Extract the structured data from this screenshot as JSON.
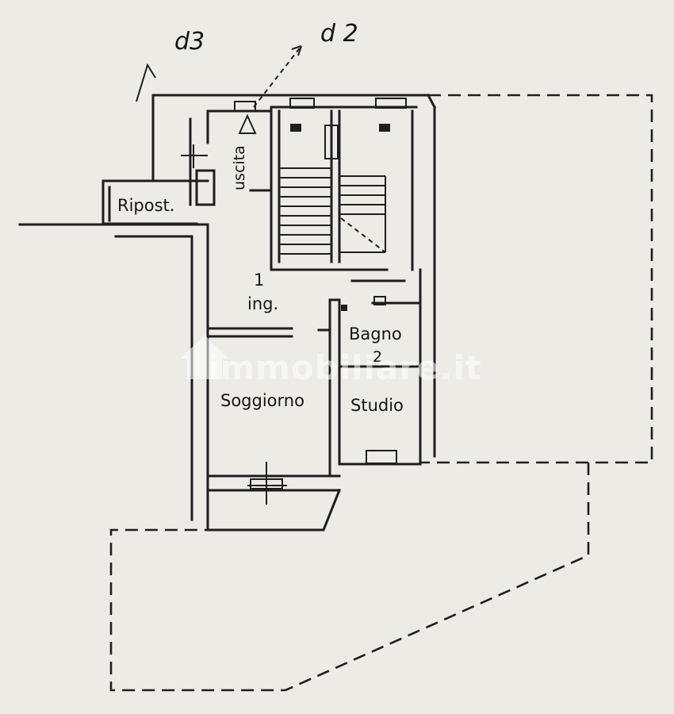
{
  "labels": {
    "d3": "d3",
    "d2": "d 2",
    "marker_1": "1",
    "ripost": "Ripost.",
    "uscita": "uscita",
    "ing_number": "1",
    "ing": "ing.",
    "bagno": "Bagno",
    "bagno_number": "2",
    "soggiorno": "Soggiorno",
    "studio": "Studio"
  },
  "watermark": {
    "brand": "immobiliare.it"
  },
  "colors": {
    "paper": "#ecebe6",
    "ink": "#1e1e1e",
    "watermark": "#ffffff"
  }
}
